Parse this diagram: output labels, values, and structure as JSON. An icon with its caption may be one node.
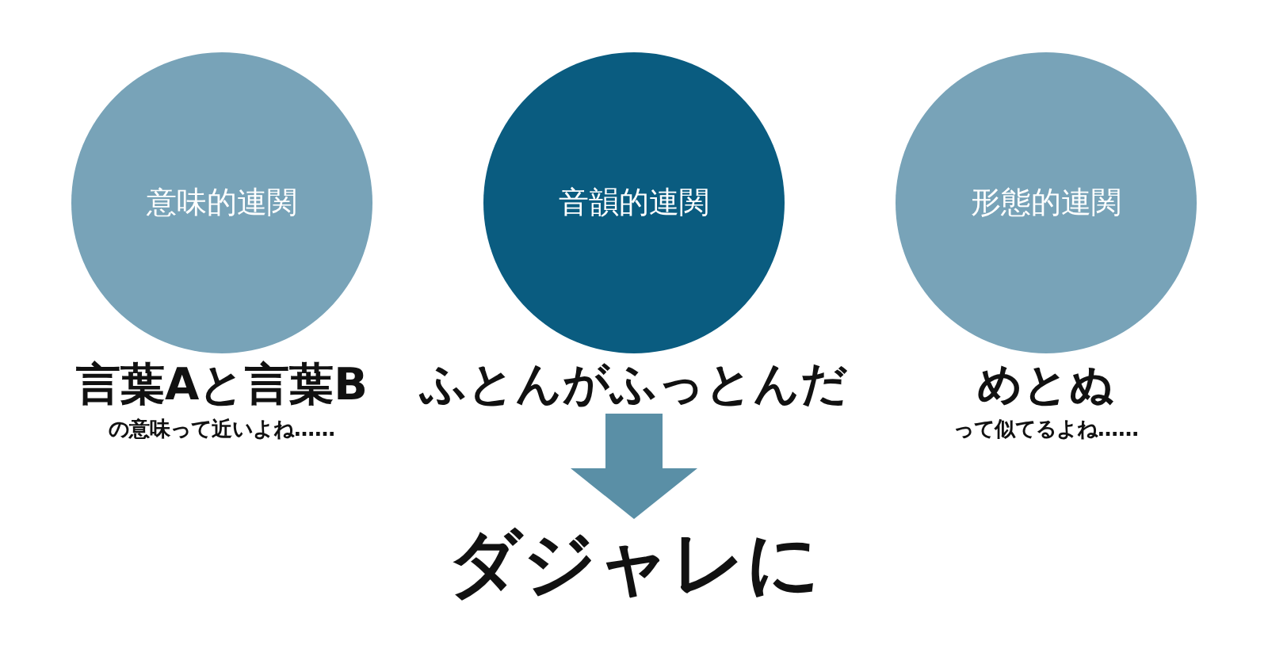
{
  "diagram": {
    "nodes": [
      {
        "text": [
          "意味的連関"
        ],
        "beside": [
          "言葉Aと言葉B",
          "の意味って近いよね……"
        ]
      },
      {
        "text": [
          "音韻的連関"
        ]
      },
      {
        "text": [
          "形態的連関"
        ],
        "beside": [
          "めとぬ",
          "って似てるよね……"
        ]
      },
      {
        "text": [
          "ふとんがふっとんだ"
        ]
      },
      {
        "text": [
          "ダジャレに"
        ]
      }
    ],
    "edges": [
      {
        "from": 3,
        "to": 4,
        "arrow": "to"
      }
    ]
  }
}
